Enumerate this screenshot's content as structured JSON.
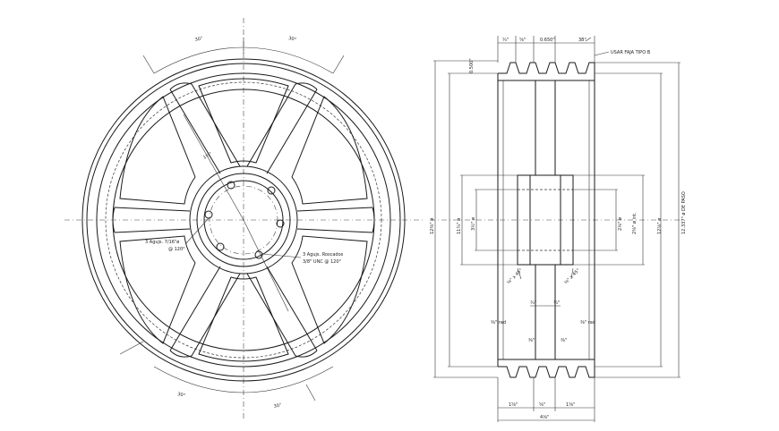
{
  "labels": {
    "angle_top_left": "30°",
    "angle_top_right": "30°",
    "angle_bottom_left": "30°",
    "angle_bottom_right": "30°",
    "spoke_width": "1½\"",
    "hole_note_left_1": "3 Agujs. 7/16\"ø",
    "hole_note_left_2": "@ 120°",
    "hole_note_right_1": "3 Agujs. Roscados",
    "hole_note_right_2": "3/8\" UNC @ 120°",
    "groove_top_1": "¾\"",
    "groove_top_2": "⅝\"",
    "groove_top_3": "0.650\"",
    "groove_angle": "38°",
    "belt_type": "USAR FAJA TIPO B",
    "side_dim_1": "0.500\"",
    "dia_outer": "12⅜\" ø",
    "dia_rim_inner": "11¾\" ø",
    "dia_hub_outer": "3½\" ø",
    "dia_bore": "2⅛\" ø",
    "dia_hub_mid": "2⅜\" ø int.",
    "dia_pitch_1": "12⅝\" ø",
    "dia_pitch_2": "12.337\" ø DE PASO",
    "chamfer_left": "⅛\" x 45°",
    "chamfer_right": "⅛\" x 45°",
    "web_1": "¾\"",
    "web_2": "¾\"",
    "rim_left": "⅜\" rad",
    "rim_right": "⅜\" rad",
    "fillet_1": "⅜\"",
    "fillet_2": "⅜\"",
    "bottom_dim_1": "1⅝\"",
    "bottom_dim_2": "⅝\"",
    "bottom_dim_3": "1⅝\"",
    "overall_width": "4⅛\""
  }
}
